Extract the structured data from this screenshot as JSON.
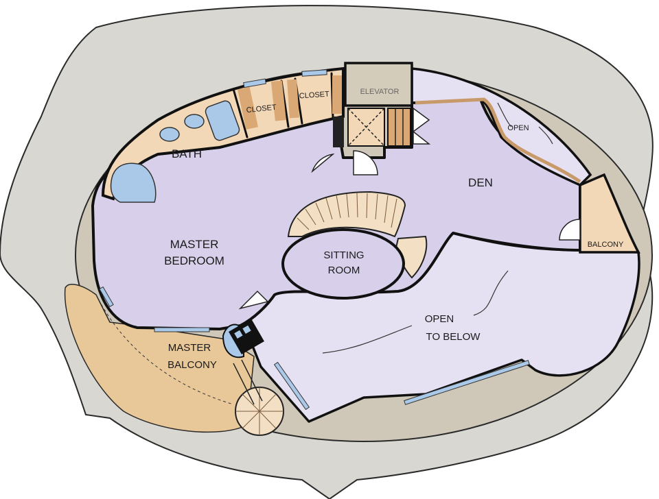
{
  "rooms": {
    "bath": "BATH",
    "closet_left": "CLOSET",
    "closet_right": "CLOSET",
    "elevator": "ELEVATOR",
    "open_upper": "OPEN",
    "den": "DEN",
    "balcony": "BALCONY",
    "master_bedroom_1": "MASTER",
    "master_bedroom_2": "BEDROOM",
    "sitting_room_1": "SITTING",
    "sitting_room_2": "ROOM",
    "open_below_1": "OPEN",
    "open_below_2": "TO BELOW",
    "master_balcony_1": "MASTER",
    "master_balcony_2": "BALCONY"
  },
  "colors": {
    "outer_deck": "#d9d7d2",
    "inner_ring": "#cfc8b8",
    "bedroom": "#d8d0ea",
    "open_area": "#e6e1f2",
    "bath": "#f3d8b8",
    "closet": "#f3d8b8",
    "fixture_blue": "#aac8e8",
    "master_balcony": "#e8c898",
    "elevator_box": "#d4ccba",
    "wall": "#111111",
    "stair": "#f3e0c4"
  }
}
